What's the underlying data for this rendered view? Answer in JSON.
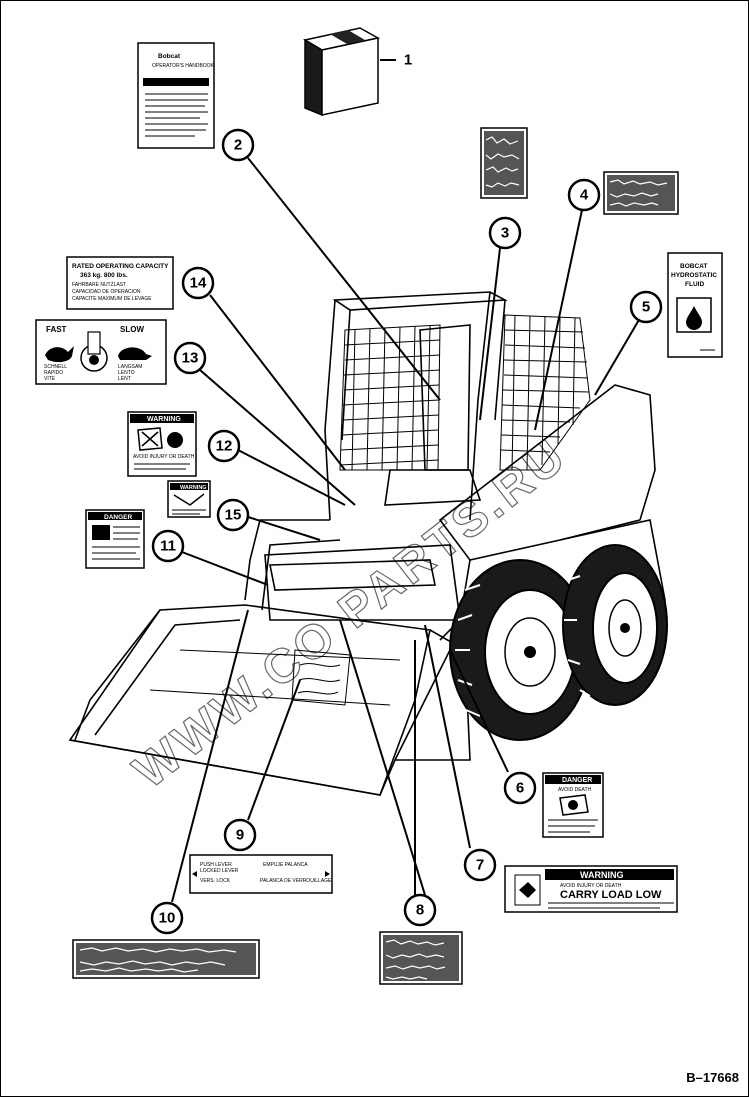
{
  "figure_ref": "B–17668",
  "watermark": "WWW.CO PARTS.RU",
  "callouts": [
    "1",
    "2",
    "3",
    "4",
    "5",
    "6",
    "7",
    "8",
    "9",
    "10",
    "11",
    "12",
    "13",
    "14",
    "15"
  ],
  "decals": {
    "operating_manual": {
      "brand": "Bobcat",
      "title": "OPERATOR'S HANDBOOK"
    },
    "rated_capacity": {
      "line1": "RATED OPERATING CAPACITY",
      "line2": "363 kg.   800 lbs.",
      "line3": "FAHRBARE NUTZLAST",
      "line4": "CAPACIDAD DE OPERACION",
      "line5": "CAPACITE MAXIMUM DE LEVAGE"
    },
    "speed": {
      "fast": "FAST",
      "slow": "SLOW",
      "fast_sub1": "SCHNELL",
      "fast_sub2": "RAPIDO",
      "fast_sub3": "VITE",
      "slow_sub1": "LANGSAM",
      "slow_sub2": "LENTO",
      "slow_sub3": "LENT"
    },
    "warning_engine": {
      "header": "WARNING",
      "line1": "AVOID INJURY OR DEATH"
    },
    "warning_small": {
      "header": "WARNING"
    },
    "danger_left": {
      "header": "DANGER"
    },
    "hydrostatic": {
      "line1": "BOBCAT",
      "line2": "HYDROSTATIC",
      "line3": "FLUID"
    },
    "danger_right": {
      "header": "DANGER",
      "line1": "AVOID DEATH"
    },
    "lever_decal": {
      "left1": "PUSH LEVER",
      "left2": "LOCKED LEVER",
      "right1": "EMPUJE PALANCA",
      "left3": "VERS. LOCK",
      "right3": "PALANCA DE VERROUILLAGE"
    },
    "carry_load": {
      "header": "WARNING",
      "line1": "AVOID INJURY OR DEATH",
      "line2": "CARRY LOAD LOW"
    }
  }
}
